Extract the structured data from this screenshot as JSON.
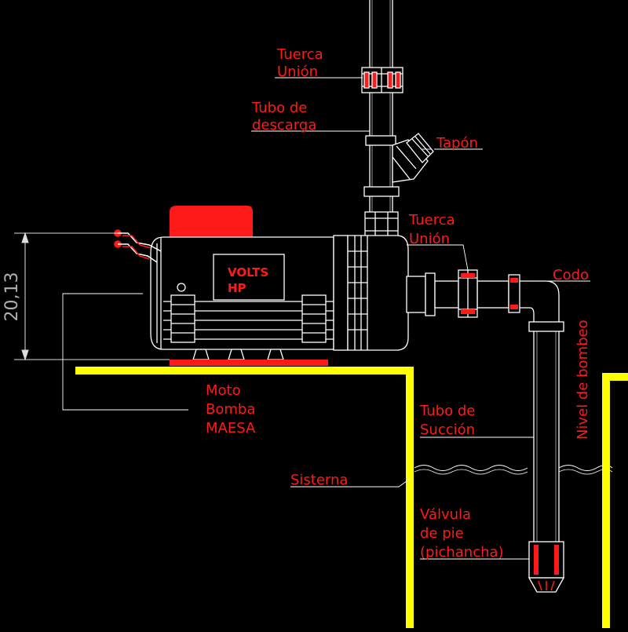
{
  "labels": {
    "tuerca_union_top_1": "Tuerca",
    "tuerca_union_top_2": "Unión",
    "tubo_descarga_1": "Tubo de",
    "tubo_descarga_2": "descarga",
    "tapon": "Tapón",
    "tuerca_union_mid_1": "Tuerca",
    "tuerca_union_mid_2": "Unión",
    "codo": "Codo",
    "nivel_bombeo": "Nivel de bombeo",
    "moto_bomba_1": "Moto",
    "moto_bomba_2": "Bomba",
    "moto_bomba_3": "MAESA",
    "tubo_succion_1": "Tubo de",
    "tubo_succion_2": "Succión",
    "sisterna": "Sisterna",
    "valvula_1": "Válvula",
    "valvula_2": "de pie",
    "valvula_3": "(pichancha)"
  },
  "nameplate": {
    "line1": "VOLTS",
    "line2": "HP"
  },
  "dimension": {
    "value": "20,13"
  },
  "colors": {
    "background": "#000000",
    "line": "#ffffff",
    "label": "#ff1a1a",
    "wall": "#ffff00",
    "dimension": "#b0b0b0"
  }
}
